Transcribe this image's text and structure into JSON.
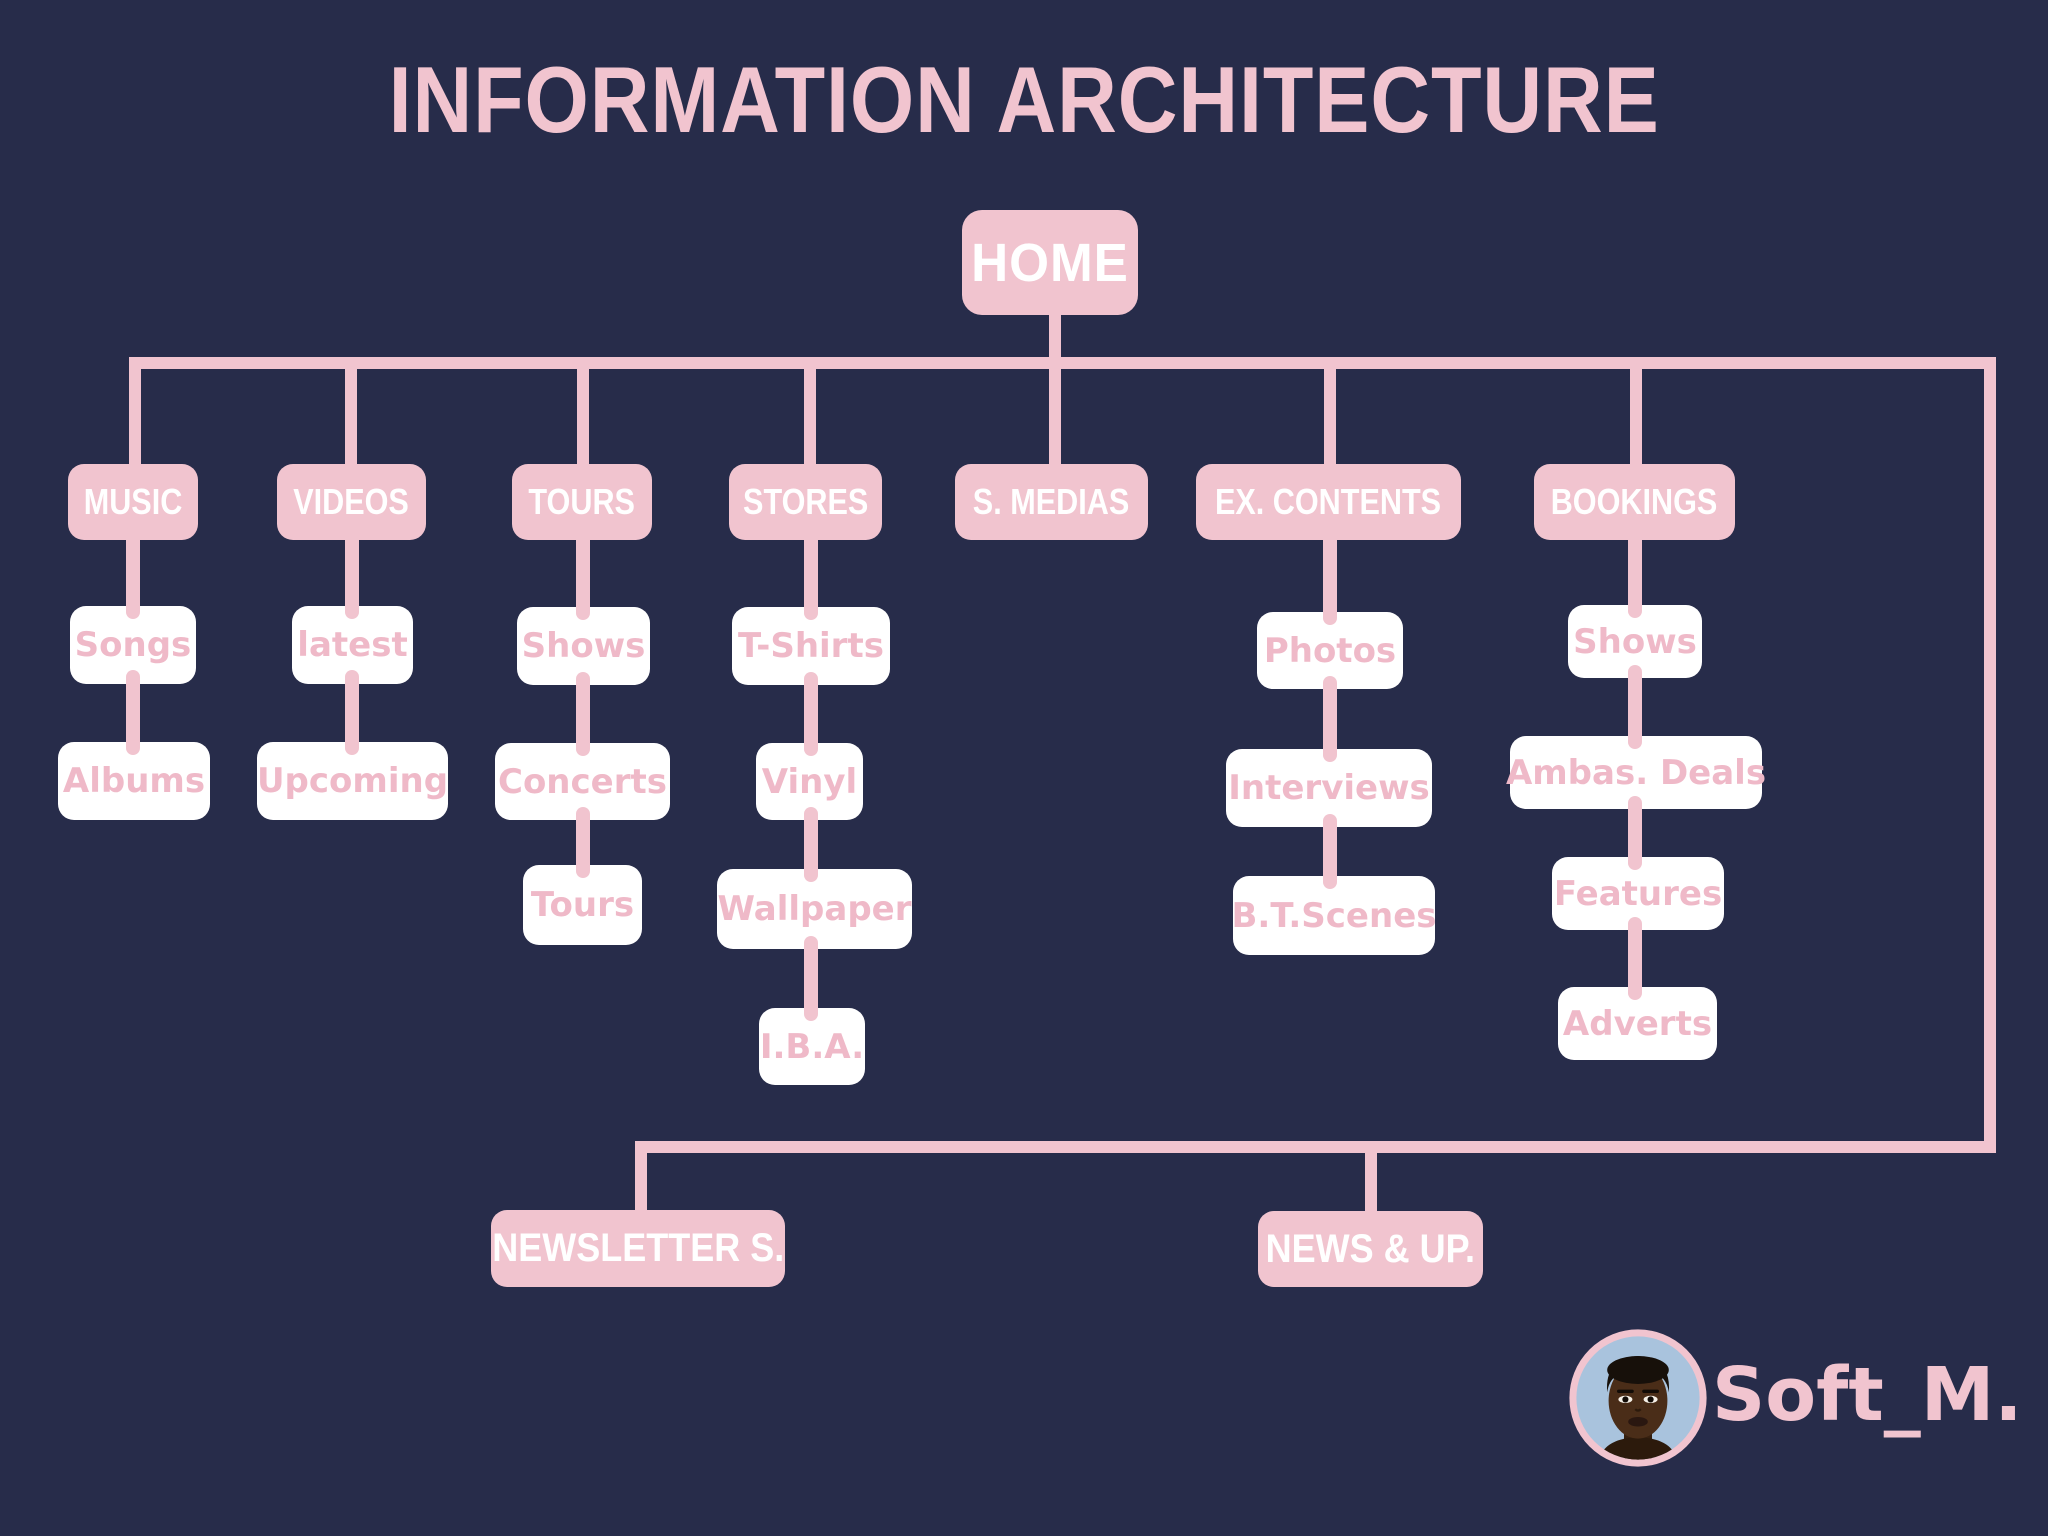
{
  "title": "INFORMATION ARCHITECTURE",
  "tree": {
    "root_label": "HOME",
    "sections": [
      {
        "label": "MUSIC",
        "children": [
          "Songs",
          "Albums"
        ]
      },
      {
        "label": "VIDEOS",
        "children": [
          "latest",
          "Upcoming"
        ]
      },
      {
        "label": "TOURS",
        "children": [
          "Shows",
          "Concerts",
          "Tours"
        ]
      },
      {
        "label": "STORES",
        "children": [
          "T-Shirts",
          "Vinyl",
          "Wallpaper",
          "I.B.A."
        ]
      },
      {
        "label": "S. MEDIAS",
        "children": []
      },
      {
        "label": "EX. CONTENTS",
        "children": [
          "Photos",
          "Interviews",
          "B.T.Scenes"
        ]
      },
      {
        "label": "BOOKINGS",
        "children": [
          "Shows",
          "Ambas. Deals",
          "Features",
          "Adverts"
        ]
      }
    ],
    "bottom": [
      {
        "label": "NEWSLETTER S."
      },
      {
        "label": "NEWS & UP."
      }
    ]
  },
  "footer": {
    "author": "Soft_M.",
    "avatar_icon": "portrait-avatar"
  },
  "colors": {
    "background": "#272c4a",
    "pink": "#f1c4cf",
    "box_white": "#ffffff",
    "text_on_white": "#efb9c8",
    "text_on_pink": "#ffffff"
  }
}
